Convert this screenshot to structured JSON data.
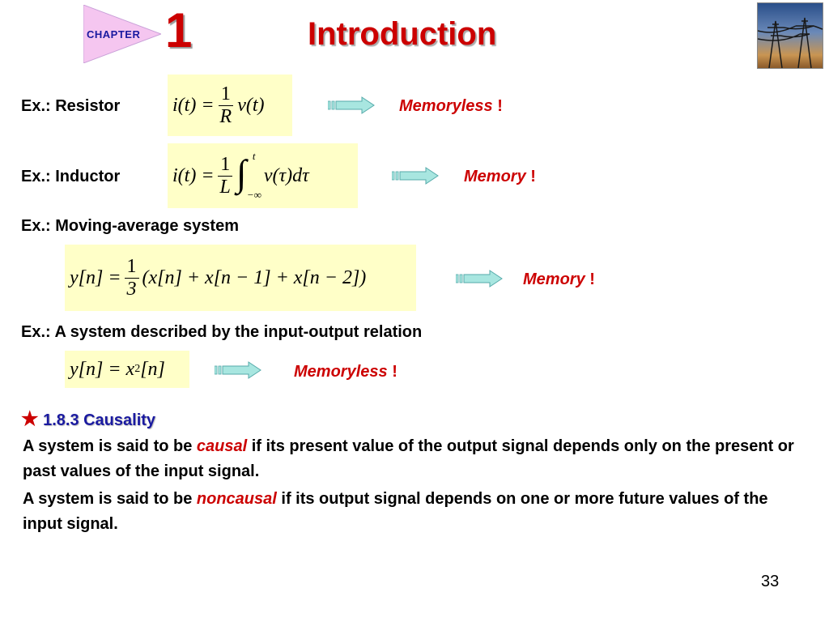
{
  "header": {
    "chapter_label": "CHAPTER",
    "chapter_number": "1",
    "title": "Introduction"
  },
  "examples": [
    {
      "label": "Ex.: Resistor",
      "formula": {
        "lhs": "i(t) =",
        "num": "1",
        "den": "R",
        "rhs": "v(t)"
      },
      "result": {
        "word": "Memoryless",
        "mark": "!"
      }
    },
    {
      "label": "Ex.: Inductor",
      "formula": {
        "lhs": "i(t) =",
        "num": "1",
        "den": "L",
        "integral_upper": "t",
        "integral_lower": "−∞",
        "rhs": "v(τ)dτ"
      },
      "result": {
        "word": "Memory",
        "mark": "!"
      }
    },
    {
      "label": "Ex.: Moving-average system",
      "formula": {
        "lhs": "y[n] =",
        "num": "1",
        "den": "3",
        "rhs": "(x[n] + x[n − 1] + x[n − 2])"
      },
      "result": {
        "word": "Memory",
        "mark": "!"
      }
    },
    {
      "label": "Ex.: A system described by the input-output relation",
      "formula": {
        "lhs": "y[n] = x",
        "sup": "2",
        "rhs": "[n]"
      },
      "result": {
        "word": "Memoryless",
        "mark": "!"
      }
    }
  ],
  "section": {
    "star": "★",
    "title": "1.8.3 Causality"
  },
  "paragraphs": [
    {
      "before": "A system is said to be ",
      "highlight": "causal",
      "after": " if its present value of the output signal depends only on the present or past values of the input signal."
    },
    {
      "before": "A system is said to be ",
      "highlight": "noncausal",
      "after": " if its output signal depends on one or more future values of the input signal."
    }
  ],
  "footer": {
    "page_number": "33"
  },
  "colors": {
    "title_red": "#cc0000",
    "heading_blue": "#1a1aa0",
    "formula_bg": "#ffffc8",
    "arrow_fill": "#a8e6e0"
  }
}
